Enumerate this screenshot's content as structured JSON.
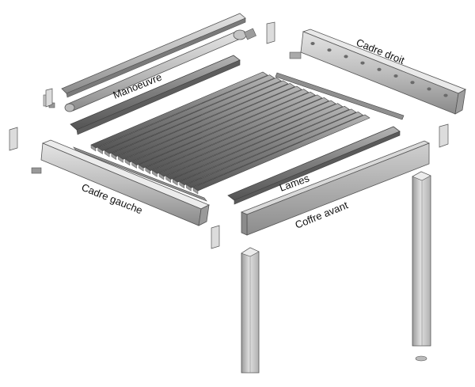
{
  "labels": {
    "manoeuvre": "Manoeuvre",
    "cadre_droit": "Cadre droit",
    "cadre_gauche": "Cadre gauche",
    "lames": "Lames",
    "coffre_avant": "Coffre avant"
  },
  "colors": {
    "background": "#ffffff",
    "metal_light": "#d8d8d8",
    "metal_mid": "#a9a9a9",
    "metal_dark": "#6e6e6e",
    "outline": "#555555",
    "slat": "#8c8c8c",
    "slat_dark": "#5e5e5e"
  }
}
